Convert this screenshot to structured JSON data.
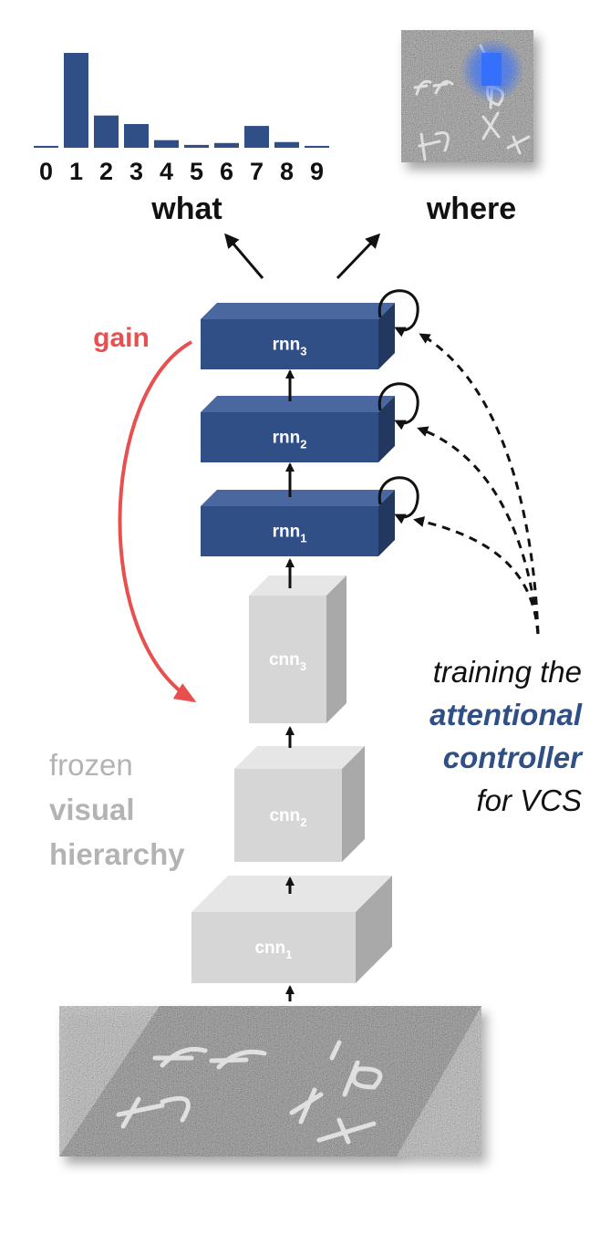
{
  "histogram": {
    "categories": [
      "0",
      "1",
      "2",
      "3",
      "4",
      "5",
      "6",
      "7",
      "8",
      "9"
    ],
    "values": [
      0.02,
      1.0,
      0.34,
      0.25,
      0.08,
      0.03,
      0.05,
      0.23,
      0.06,
      0.02
    ],
    "bar_color": "#2f4f86",
    "label": "what"
  },
  "where": {
    "label": "where",
    "attention_color": "#2f6cff"
  },
  "rnn_blocks": [
    {
      "name": "rnn",
      "sub": "3"
    },
    {
      "name": "rnn",
      "sub": "2"
    },
    {
      "name": "rnn",
      "sub": "1"
    }
  ],
  "cnn_blocks": [
    {
      "name": "cnn",
      "sub": "3"
    },
    {
      "name": "cnn",
      "sub": "2"
    },
    {
      "name": "cnn",
      "sub": "1"
    }
  ],
  "gain": {
    "label": "gain",
    "color": "#e8504f"
  },
  "frozen": {
    "line1": "frozen",
    "line2": "visual",
    "line3": "hierarchy",
    "color": "#b3b3b3"
  },
  "controller": {
    "line1": "training the",
    "line2": "attentional",
    "line3": "controller",
    "line4": "for VCS",
    "accent": "#2f4f86"
  },
  "colors": {
    "rnn_front": "#2f4f86",
    "rnn_top": "#4a67a0",
    "rnn_side": "#22385f",
    "cnn_front": "#d6d6d6",
    "cnn_top": "#e6e6e6",
    "cnn_side": "#a9a9a9"
  }
}
